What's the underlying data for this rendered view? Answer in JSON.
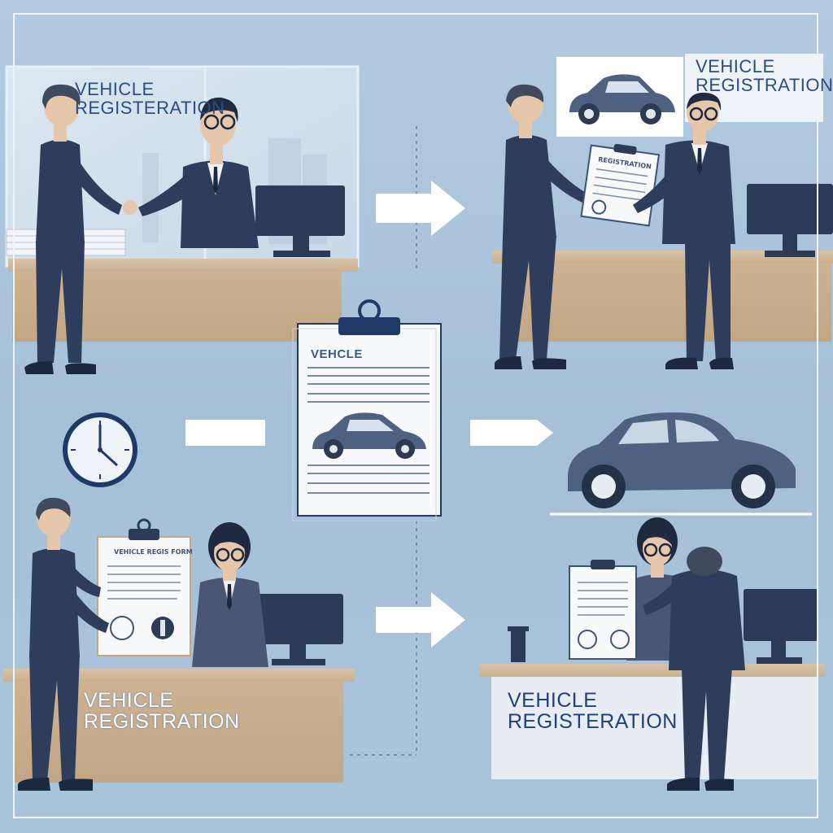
{
  "panel_top_left": {
    "window_sign": "VEHICLE\nREGISTERATION"
  },
  "panel_top_right": {
    "wall_sign": "VEHICLE\nREGISTRATION",
    "document_header": "REGISTRATION"
  },
  "center_clipboard": {
    "title": "VEHCLE"
  },
  "panel_bottom_left": {
    "document_header": "VEHICLE REGIS FORM",
    "desk_sign": "VEHICLE\nREGISTRATION"
  },
  "panel_bottom_right": {
    "desk_sign": "VEHICLE\nREGISTERATION"
  },
  "colors": {
    "background": "#a9c4db",
    "suit": "#2e3d5c",
    "desk": "#cfb79a",
    "sign_text": "#2d4d82",
    "arrow": "#ffffff",
    "car_body": "#4f6180"
  },
  "icons": [
    "clock-icon",
    "car-icon",
    "clipboard-icon",
    "arrow-right-icon",
    "computer-monitor-icon",
    "document-icon"
  ]
}
